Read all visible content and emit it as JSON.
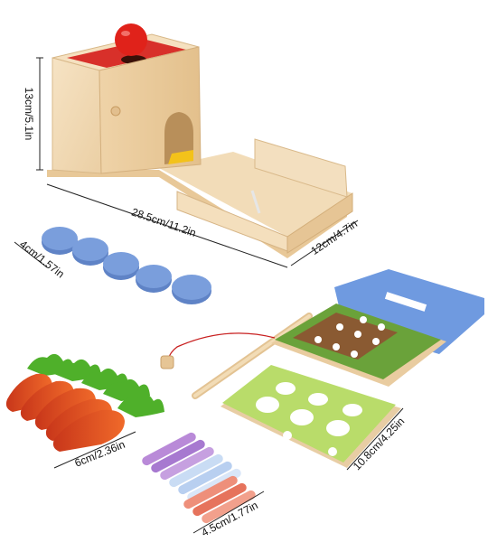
{
  "dimensions": {
    "box_height": "13cm/5.1in",
    "box_length": "28.5cm/11.2in",
    "box_width": "12cm/4.7in",
    "disc_diameter": "4cm/1.57in",
    "carrot_length": "6cm/2.36in",
    "worm_length": "4.5cm/1.77in",
    "board_size": "10.8cm/4.25in"
  },
  "colors": {
    "wood": "#f0d6b0",
    "red_panel": "#d8302a",
    "ball": "#e0221a",
    "disc_blue": "#6f93d6",
    "carrot": "#e24a1c",
    "leaf": "#4fb02a",
    "blue_board": "#6f9ae0"
  }
}
